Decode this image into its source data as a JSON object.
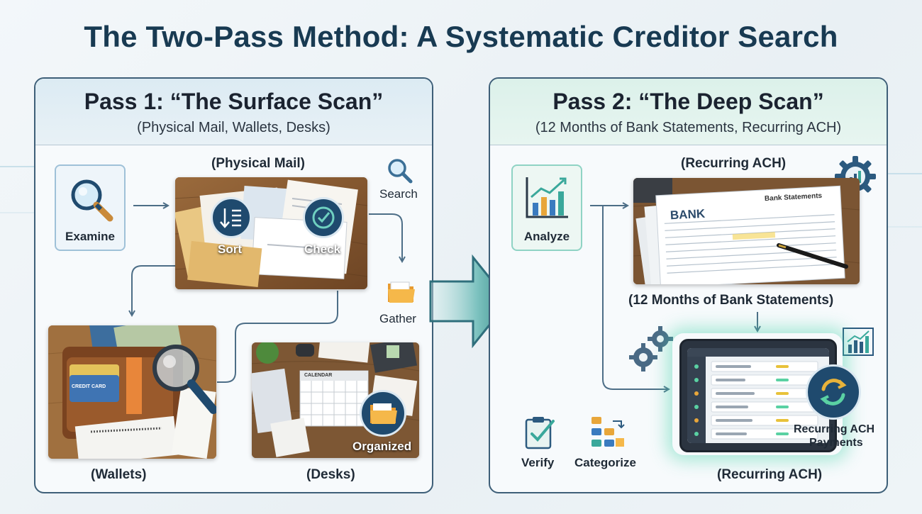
{
  "title": "The Two-Pass Method: A Systematic Creditor Search",
  "pass1": {
    "title": "Pass 1: “The Surface Scan”",
    "subtitle": "(Physical Mail, Wallets, Desks)",
    "mail_label": "(Physical Mail)",
    "examine": "Examine",
    "sort": "Sort",
    "check": "Check",
    "search": "Search",
    "gather": "Gather",
    "wallets_label": "(Wallets)",
    "desks_label": "(Desks)",
    "organized": "Organized",
    "wallet_card_text": "CREDIT CARD",
    "calendar_text": "CALENDAR"
  },
  "pass2": {
    "title": "Pass 2: “The Deep Scan”",
    "subtitle": "(12 Months of Bank Statements, Recurring ACH)",
    "ach_top_label": "(Recurring ACH)",
    "analyze": "Analyze",
    "statements_label": "(12 Months of Bank Statements)",
    "bank_text": "BANK",
    "bank_statements_text": "Bank Statements",
    "verify": "Verify",
    "categorize": "Categorize",
    "ach_payments_line1": "Recurring ACH",
    "ach_payments_line2": "Payments",
    "ach_bottom_label": "(Recurring ACH)"
  },
  "colors": {
    "title": "#183a52",
    "panel_border": "#3e5f78",
    "pass1_head": "#dcebf3",
    "pass2_head": "#dcf1ea",
    "arrow": "#4d6e87",
    "accent_teal": "#3aa89b",
    "badge_navy": "#1f4a6e"
  }
}
